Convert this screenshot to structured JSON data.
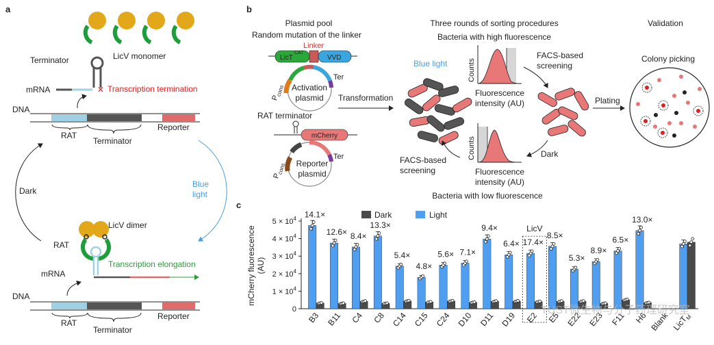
{
  "panel_a": {
    "label": "a",
    "top": {
      "monomer_label": "LicV monomer",
      "terminator_label": "Terminator",
      "mrna_label": "mRNA",
      "termination_label": "Transcription termination",
      "dna_label": "DNA",
      "rat_label": "RAT",
      "terminator_region_label": "Terminator",
      "reporter_label": "Reporter"
    },
    "middle": {
      "dark_label": "Dark",
      "blue_label_1": "Blue",
      "blue_label_2": "light"
    },
    "bottom": {
      "dimer_label": "LicV dimer",
      "rat_label": "RAT",
      "mrna_label": "mRNA",
      "elongation_label": "Transcription elongation",
      "dna_label": "DNA",
      "rat_region_label": "RAT",
      "terminator_region_label": "Terminator",
      "reporter_label": "Reporter"
    },
    "colors": {
      "gold": "#e3a81a",
      "green": "#1e9e3a",
      "light_blue": "#9fd0e3",
      "grey": "#555555",
      "pink": "#e06b6b"
    }
  },
  "panel_b": {
    "label": "b",
    "pool_title": "Plasmid pool",
    "pool_subtitle": "Random mutation of the linker",
    "linker_label": "Linker",
    "lict_label": "LicT",
    "cat_label": "CAT",
    "vvd_label": "VVD",
    "ter_label_1": "Ter",
    "pcons_label": "P",
    "pcons_sub": "cons",
    "activation_plasmid_1": "Activation",
    "activation_plasmid_2": "plasmid",
    "rat_terminator_label": "RAT terminator",
    "mcherry_label": "mCherry",
    "ter_label_2": "Ter",
    "reporter_plasmid_1": "Reporter",
    "reporter_plasmid_2": "plasmid",
    "transformation_label": "Transformation",
    "sorting_title": "Three rounds of sorting procedures",
    "high_fluor_label": "Bacteria with high fluorescence",
    "blue_light_label": "Blue light",
    "counts_label_1": "Counts",
    "fluor_intensity_1a": "Fluorescence",
    "fluor_intensity_1b": "intensity (AU)",
    "facs_1a": "FACS-based",
    "facs_1b": "screening",
    "dark_label": "Dark",
    "counts_label_2": "Counts",
    "fluor_intensity_2a": "Fluorescence",
    "fluor_intensity_2b": "intensity (AU)",
    "facs_2a": "FACS-based",
    "facs_2b": "screening",
    "low_fluor_label": "Bacteria with low fluorescence",
    "plating_label": "Plating",
    "validation_title": "Validation",
    "colony_label": "Colony picking"
  },
  "panel_c": {
    "label": "c"
  },
  "chart_data": {
    "type": "bar",
    "title": "",
    "ylabel_line1": "mCherry fluorescence",
    "ylabel_line2": "(AU)",
    "ylim": [
      0,
      50000
    ],
    "yticks": [
      0,
      10000,
      20000,
      30000,
      40000,
      50000
    ],
    "ytick_labels": [
      "0",
      "1 × 10",
      "2 × 10",
      "3 × 10",
      "4 × 10",
      "5 × 10"
    ],
    "ytick_exponent": "4",
    "categories": [
      "B3",
      "B11",
      "C4",
      "C8",
      "C14",
      "C15",
      "C24",
      "D10",
      "D11",
      "D19",
      "E2",
      "E5",
      "E22",
      "E23",
      "F11",
      "H6",
      "Blank",
      "LicT"
    ],
    "last_category_subscript": "M",
    "series": [
      {
        "name": "Dark",
        "color": "#4a4a4a",
        "values": [
          3200,
          3000,
          4200,
          3000,
          4400,
          3800,
          4400,
          3600,
          4200,
          4300,
          4000,
          4200,
          4200,
          3000,
          5100,
          3400,
          0,
          38000
        ]
      },
      {
        "name": "Light",
        "color": "#4f9ef0",
        "values": [
          47500,
          37500,
          35200,
          41500,
          24300,
          17900,
          24900,
          26000,
          39800,
          30800,
          31600,
          35600,
          22600,
          26900,
          33000,
          44600,
          0,
          37000
        ]
      }
    ],
    "fold_labels": [
      "14.1×",
      "12.6×",
      "8.4×",
      "13.3×",
      "5.4×",
      "4.8×",
      "5.6×",
      "7.1×",
      "9.4×",
      "6.4×",
      "17.4×",
      "8.5×",
      "5.3×",
      "8.9×",
      "6.5×",
      "13.0×",
      "",
      ""
    ],
    "highlight": {
      "category": "E2",
      "label": "LicV"
    },
    "legend_position": "top",
    "grid": false,
    "watermark": "TUST微生物与分子药理研究室"
  }
}
